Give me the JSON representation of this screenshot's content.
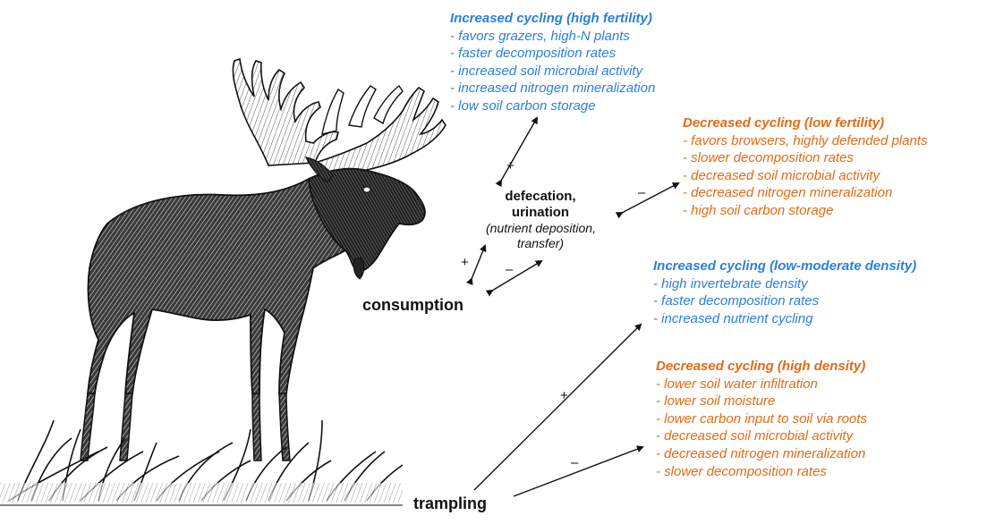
{
  "colors": {
    "increase": "#2a7fdc",
    "decrease": "#e36a14",
    "text": "#111111"
  },
  "blocks": {
    "fertility_increase": {
      "header": "Increased cycling (high fertility)",
      "items": [
        "- favors grazers, high-N plants",
        "- faster decomposition rates",
        "- increased soil microbial activity",
        "- increased nitrogen mineralization",
        "- low soil carbon storage"
      ]
    },
    "fertility_decrease": {
      "header": "Decreased cycling (low fertility)",
      "items": [
        "- favors browsers, highly defended plants",
        "- slower decomposition rates",
        "- decreased soil microbial activity",
        "- decreased nitrogen mineralization",
        "- high soil carbon storage"
      ]
    },
    "density_increase": {
      "header": "Increased cycling (low-moderate density)",
      "items": [
        "- high invertebrate density",
        "- faster decomposition rates",
        "- increased nutrient cycling"
      ]
    },
    "density_decrease": {
      "header": "Decreased cycling (high density)",
      "items": [
        "- lower soil water infiltration",
        "- lower soil moisture",
        "- lower carbon input to soil via roots",
        "- decreased soil microbial activity",
        "- decreased nitrogen mineralization",
        "- slower decomposition rates"
      ]
    }
  },
  "nodes": {
    "defecation": {
      "line1": "defecation,",
      "line2": "urination",
      "detail1": "(nutrient deposition,",
      "detail2": "transfer)"
    },
    "consumption": "consumption",
    "trampling": "trampling"
  },
  "signs": {
    "defecation_plus": "+",
    "defecation_minus": "–",
    "consumption_plus": "+",
    "consumption_minus": "–",
    "trampling_plus": "+",
    "trampling_minus": "–"
  },
  "illustration": {
    "subject": "moose",
    "icon": "moose-illustration"
  }
}
